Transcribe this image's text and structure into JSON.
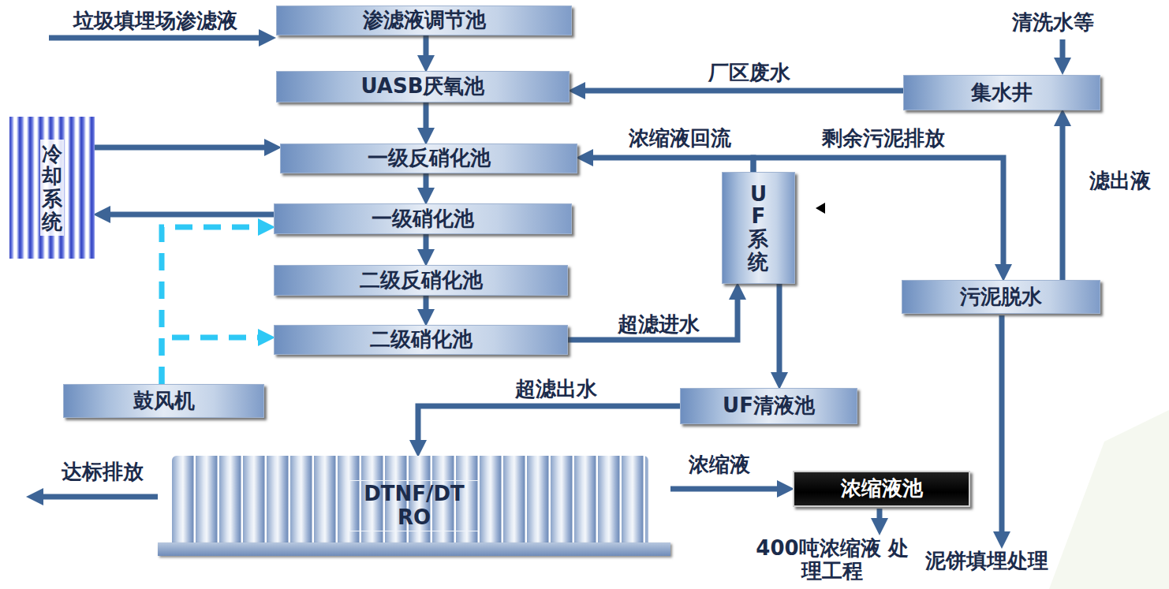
{
  "diagram": {
    "nodes": [
      {
        "text": [
          "渗滤液调节池"
        ]
      },
      {
        "text": [
          "UASB厌氧池"
        ]
      },
      {
        "text": [
          "集水井"
        ]
      },
      {
        "text": [
          "冷却系统"
        ]
      },
      {
        "text": [
          "一级反硝化池"
        ]
      },
      {
        "text": [
          "UF系统"
        ]
      },
      {
        "text": [
          "一级硝化池"
        ]
      },
      {
        "text": [
          "二级反硝化池"
        ]
      },
      {
        "text": [
          "污泥脱水"
        ]
      },
      {
        "text": [
          "二级硝化池"
        ]
      },
      {
        "text": [
          "鼓风机"
        ]
      },
      {
        "text": [
          "UF清液池"
        ]
      },
      {
        "text": [
          "DTNF/DT RO"
        ]
      },
      {
        "text": [
          "浓缩液池"
        ]
      }
    ],
    "edges": [
      {
        "from": 0,
        "to": 1,
        "arrow": "to"
      },
      {
        "from": 1,
        "to": 4,
        "arrow": "to"
      },
      {
        "from": 2,
        "to": 1,
        "label": "厂区废水",
        "arrow": "to"
      },
      {
        "from": 3,
        "to": 4,
        "arrow": "to"
      },
      {
        "from": 4,
        "to": 6,
        "arrow": "to"
      },
      {
        "from": 6,
        "to": 3,
        "arrow": "to"
      },
      {
        "from": 10,
        "to": 6,
        "arrow": "to"
      },
      {
        "from": 6,
        "to": 7,
        "arrow": "to"
      },
      {
        "from": 7,
        "to": 9,
        "arrow": "to"
      },
      {
        "from": 10,
        "to": 9,
        "arrow": "to"
      },
      {
        "from": 9,
        "to": 5,
        "label": "超滤进水",
        "arrow": "to"
      },
      {
        "from": 5,
        "to": 4,
        "label": "浓缩液回流",
        "arrow": "to"
      },
      {
        "from": 5,
        "to": 8,
        "label": "剩余污泥排放",
        "arrow": "to"
      },
      {
        "from": 5,
        "to": 11,
        "arrow": "to"
      },
      {
        "from": 11,
        "to": 12,
        "label": "超滤出水",
        "arrow": "to"
      },
      {
        "from": 12,
        "to": 13,
        "label": "浓缩液",
        "arrow": "to"
      },
      {
        "from": 8,
        "to": 2,
        "label": "滤出液",
        "arrow": "to"
      }
    ],
    "labels": [
      "垃圾填埋场渗滤液",
      "清洗水等",
      "达标排放",
      "400吨浓缩液 处理工程",
      "泥饼填埋处理"
    ]
  }
}
